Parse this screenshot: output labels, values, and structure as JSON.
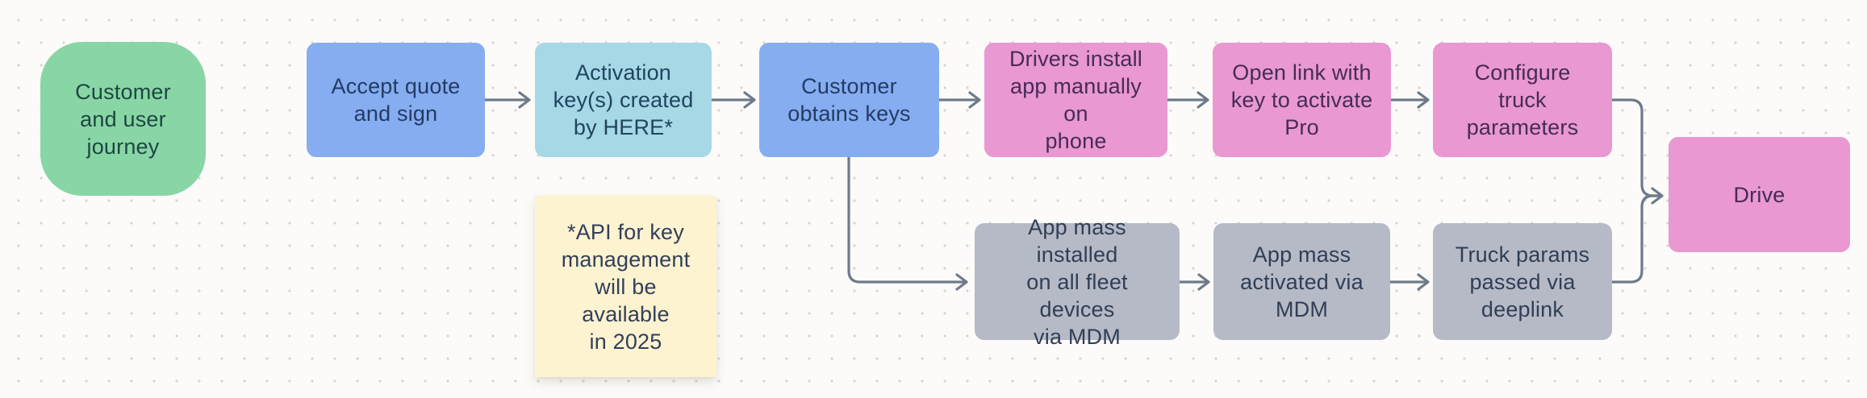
{
  "canvas": {
    "background": "#fcfbf9",
    "dot_grid_color": "#d8d6d2"
  },
  "colors": {
    "connector": "#6e7a89",
    "green": "#88d6a5",
    "blue": "#85adf0",
    "cyan": "#a6d8e6",
    "pink": "#e998d2",
    "gray": "#b5bac6",
    "sticky_yellow": "#fdf3d0"
  },
  "title_card": {
    "label": "Customer\nand user\njourney",
    "fill": "#88d6a5",
    "text_color": "#1d4742"
  },
  "nodes": [
    {
      "id": "accept-quote",
      "label": "Accept quote\nand sign",
      "fill": "#85adf0",
      "text_color": "#243b63"
    },
    {
      "id": "activation-keys-created",
      "label": "Activation\nkey(s) created\nby HERE*",
      "fill": "#a6d8e6",
      "text_color": "#20455e"
    },
    {
      "id": "customer-obtains-keys",
      "label": "Customer\nobtains keys",
      "fill": "#85adf0",
      "text_color": "#243b63"
    },
    {
      "id": "drivers-install-app",
      "label": "Drivers install\napp manually on\nphone",
      "fill": "#e998d2",
      "text_color": "#472b56"
    },
    {
      "id": "open-link-activate-pro",
      "label": "Open link with\nkey to activate\nPro",
      "fill": "#e998d2",
      "text_color": "#472b56"
    },
    {
      "id": "configure-truck-params",
      "label": "Configure truck\nparameters",
      "fill": "#e998d2",
      "text_color": "#472b56"
    },
    {
      "id": "drive",
      "label": "Drive",
      "fill": "#e998d2",
      "text_color": "#472b56"
    },
    {
      "id": "app-mass-installed",
      "label": "App mass installed\non all fleet devices\nvia MDM",
      "fill": "#b5bac6",
      "text_color": "#313e55"
    },
    {
      "id": "app-mass-activated",
      "label": "App mass\nactivated via\nMDM",
      "fill": "#b5bac6",
      "text_color": "#313e55"
    },
    {
      "id": "truck-params-deeplink",
      "label": "Truck params\npassed via\ndeeplink",
      "fill": "#b5bac6",
      "text_color": "#313e55"
    }
  ],
  "sticky_note": {
    "label": "*API for key\nmanagement\nwill be available\nin 2025",
    "fill": "#fdf3d0",
    "text_color": "#32405a"
  }
}
